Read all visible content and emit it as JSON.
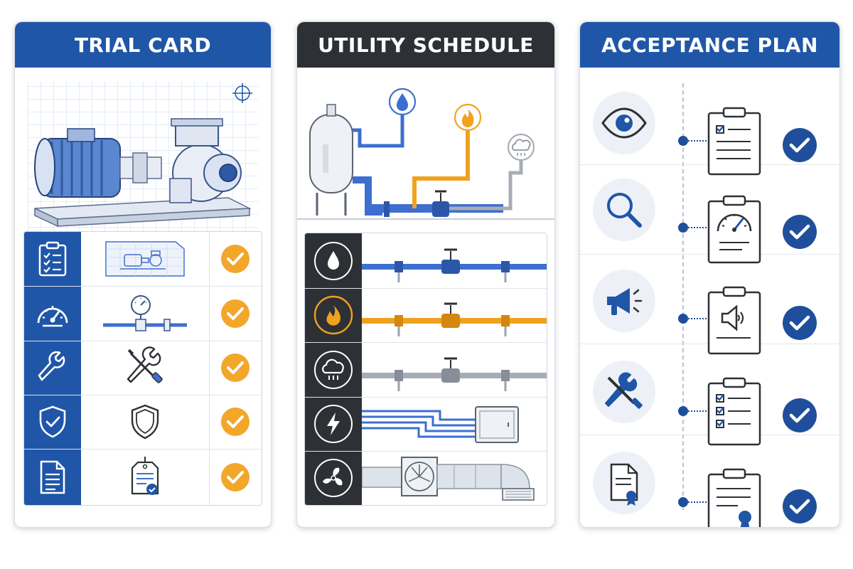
{
  "panels": {
    "trial_card": {
      "title": "TRIAL CARD"
    },
    "utility_schedule": {
      "title": "UTILITY SCHEDULE"
    },
    "acceptance_plan": {
      "title": "ACCEPTANCE PLAN"
    }
  },
  "colors": {
    "brand_blue": "#1f56a8",
    "dark_header": "#2d3136",
    "check_orange": "#f2a62a",
    "pipe_blue": "#3d6fd0",
    "pipe_orange": "#f0a21f",
    "pipe_gray": "#a7adb5",
    "check_blue": "#1f4f9c"
  },
  "trial_rows": [
    {
      "icon": "checklist-icon",
      "detail": "pump-drawing-icon",
      "status": "check-icon"
    },
    {
      "icon": "gauge-icon",
      "detail": "pressure-gauge-pipe-icon",
      "status": "check-icon"
    },
    {
      "icon": "wrench-icon",
      "detail": "tools-icon",
      "status": "check-icon"
    },
    {
      "icon": "shield-icon",
      "detail": "shield-outline-icon",
      "status": "check-icon"
    },
    {
      "icon": "document-icon",
      "detail": "tag-check-icon",
      "status": "check-icon"
    }
  ],
  "utility_rows": [
    {
      "icon": "water-drop-icon",
      "line": "water-pipe"
    },
    {
      "icon": "flame-icon",
      "line": "gas-pipe"
    },
    {
      "icon": "steam-cloud-icon",
      "line": "steam-pipe"
    },
    {
      "icon": "lightning-icon",
      "line": "electrical-cables"
    },
    {
      "icon": "fan-icon",
      "line": "hvac-duct"
    }
  ],
  "acceptance_rows": [
    {
      "icon": "eye-icon",
      "doc": "checklist-clipboard-icon"
    },
    {
      "icon": "magnifier-icon",
      "doc": "gauge-clipboard-icon"
    },
    {
      "icon": "megaphone-icon",
      "doc": "speaker-clipboard-icon"
    },
    {
      "icon": "tools-icon",
      "doc": "multi-check-clipboard-icon"
    },
    {
      "icon": "certificate-icon",
      "doc": "certified-clipboard-icon"
    }
  ]
}
